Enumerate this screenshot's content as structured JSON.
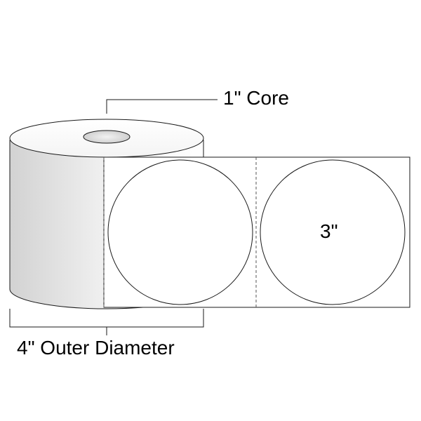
{
  "labels": {
    "core": "1\" Core",
    "label_size": "3\"",
    "outer_diameter": "4\" Outer Diameter"
  },
  "colors": {
    "stroke": "#1a1a1a",
    "roll_shade_dark": "#d8d8d8",
    "roll_shade_light": "#ffffff",
    "core_fill": "#e6e6e6"
  }
}
